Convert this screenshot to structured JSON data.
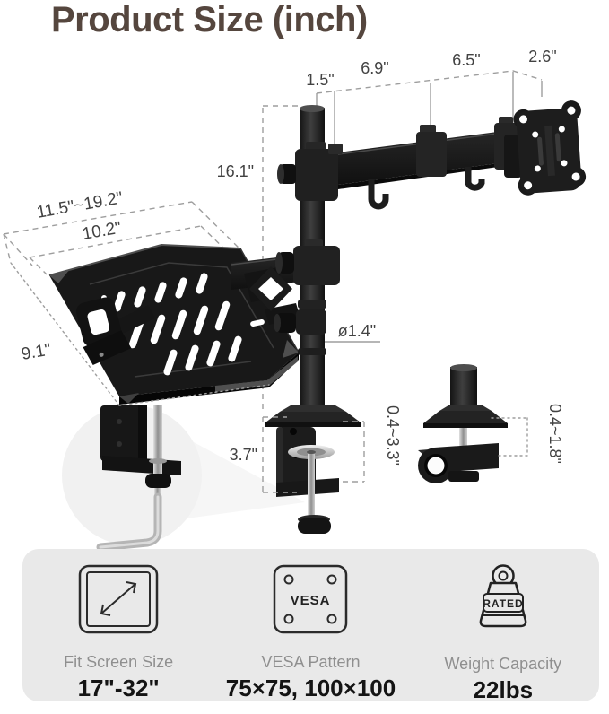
{
  "title": "Product Size (inch)",
  "colors": {
    "title_text": "#55463e",
    "product_black": "#1b1b1b",
    "dimension_line": "#9e9e9e",
    "dimension_text": "#424242",
    "panel_background": "#e9e9e9",
    "label_gray": "#8f8f8f",
    "value_black": "#141414"
  },
  "diagram": {
    "dimensions": {
      "arm_seg1": "1.5\"",
      "arm_seg2": "6.9\"",
      "arm_seg3": "6.5\"",
      "arm_seg4": "2.6\"",
      "pole_height": "16.1\"",
      "tray_width_range": "11.5\"~19.2\"",
      "tray_inner_width": "10.2\"",
      "tray_depth": "9.1\"",
      "pole_diameter": "ø1.4\"",
      "clamp_height": "3.7\"",
      "clamp_open_range": "0.4~3.3\"",
      "grommet_open_range": "0.4~1.8\""
    }
  },
  "features": {
    "items": [
      {
        "icon": "screen-size-icon",
        "label": "Fit Screen Size",
        "value": "17\"-32\""
      },
      {
        "icon": "vesa-pattern-icon",
        "label": "VESA Pattern",
        "value": "75×75, 100×100",
        "icon_text": "VESA"
      },
      {
        "icon": "weight-capacity-icon",
        "label": "Weight Capacity",
        "value": "22lbs",
        "icon_text": "RATED"
      }
    ]
  }
}
